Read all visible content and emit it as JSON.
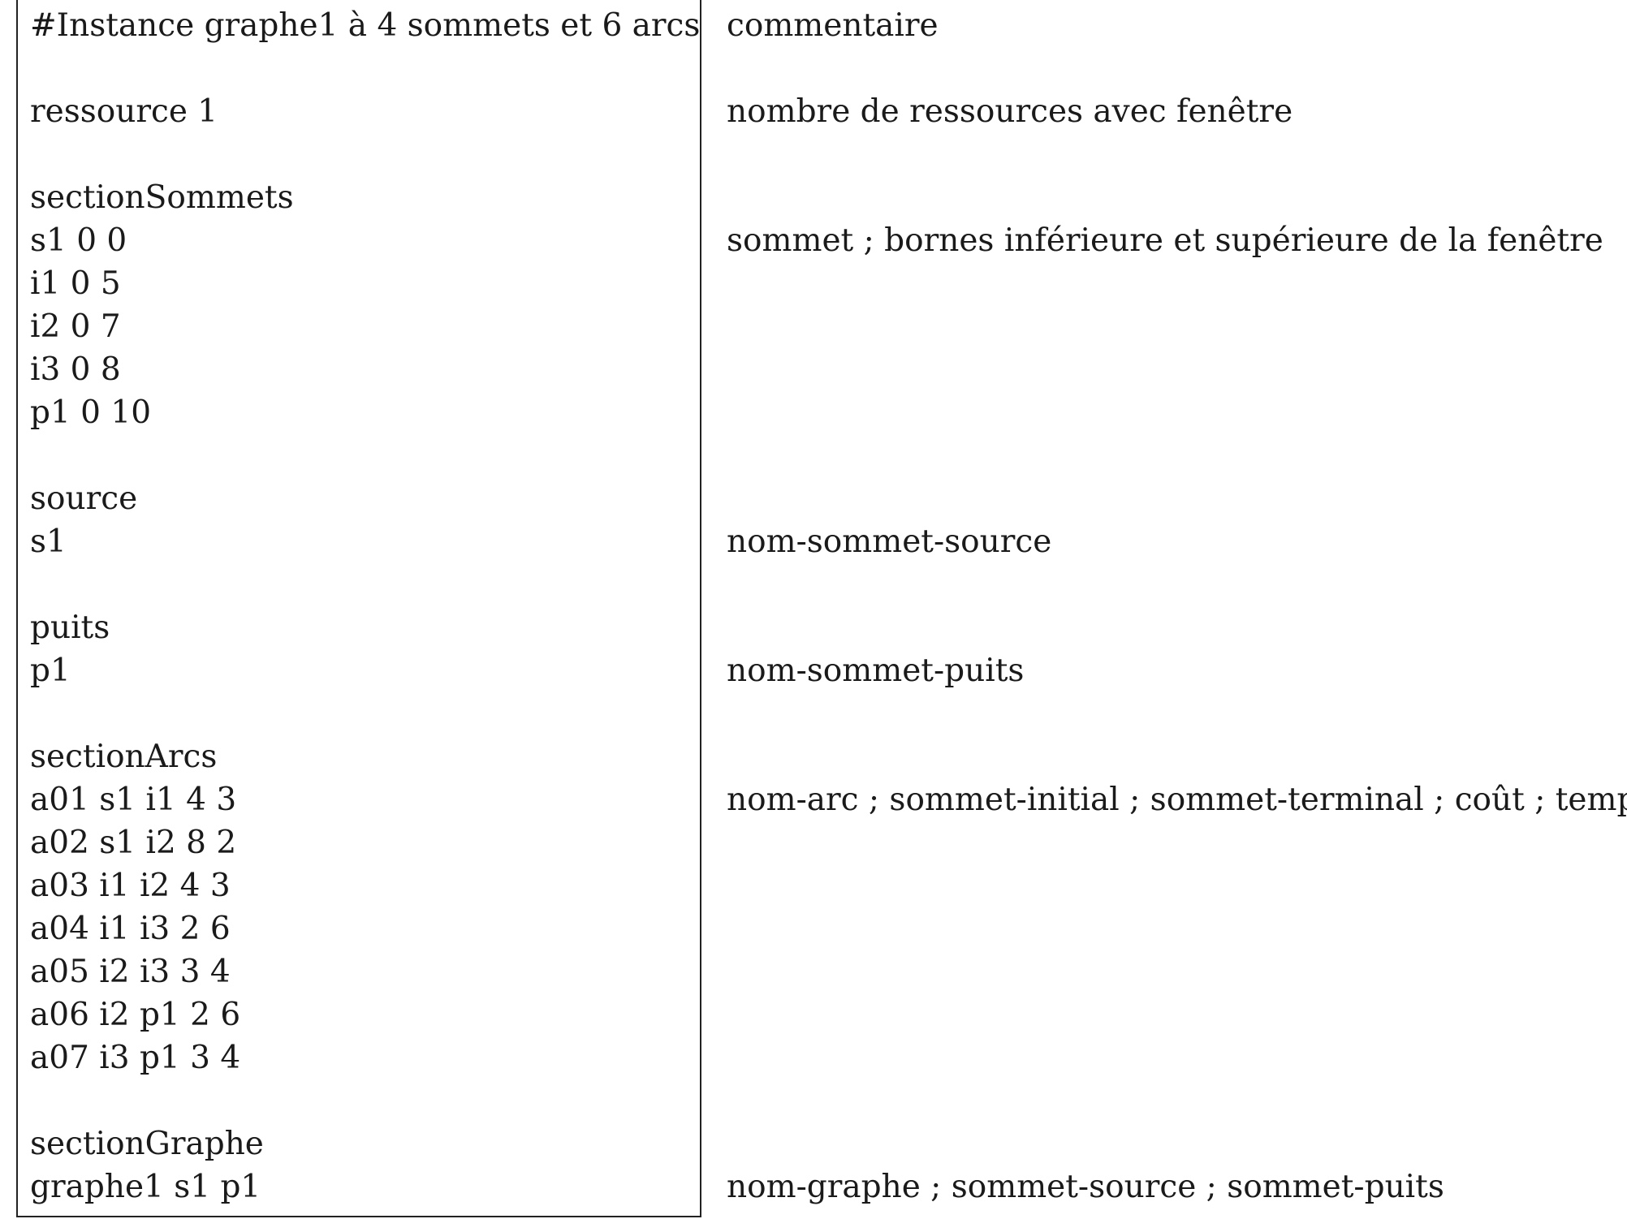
{
  "instance_file": {
    "lines": [
      "#Instance graphe1 à 4 sommets et 6 arcs",
      "",
      "ressource 1",
      "",
      "sectionSommets",
      "s1 0 0",
      "i1 0 5",
      "i2 0 7",
      "i3 0 8",
      "p1 0 10",
      "",
      "source",
      "s1",
      "",
      "puits",
      "p1",
      "",
      "sectionArcs",
      "a01 s1 i1 4 3",
      "a02 s1 i2 8 2",
      "a03 i1 i2 4 3",
      "a04 i1 i3 2 6",
      "a05 i2 i3 3 4",
      "a06 i2 p1 2 6",
      "a07 i3 p1 3 4",
      "",
      "sectionGraphe",
      "graphe1 s1 p1"
    ]
  },
  "comments": {
    "lines": [
      "commentaire",
      "",
      "nombre de ressources avec fenêtre",
      "",
      "",
      "sommet ; bornes inférieure et supérieure de la fenêtre",
      "",
      "",
      "",
      "",
      "",
      "",
      "nom-sommet-source",
      "",
      "",
      "nom-sommet-puits",
      "",
      "",
      "nom-arc ; sommet-initial ; sommet-terminal ; coût ; temps",
      "",
      "",
      "",
      "",
      "",
      "",
      "",
      "",
      "nom-graphe ; sommet-source ; sommet-puits"
    ]
  }
}
